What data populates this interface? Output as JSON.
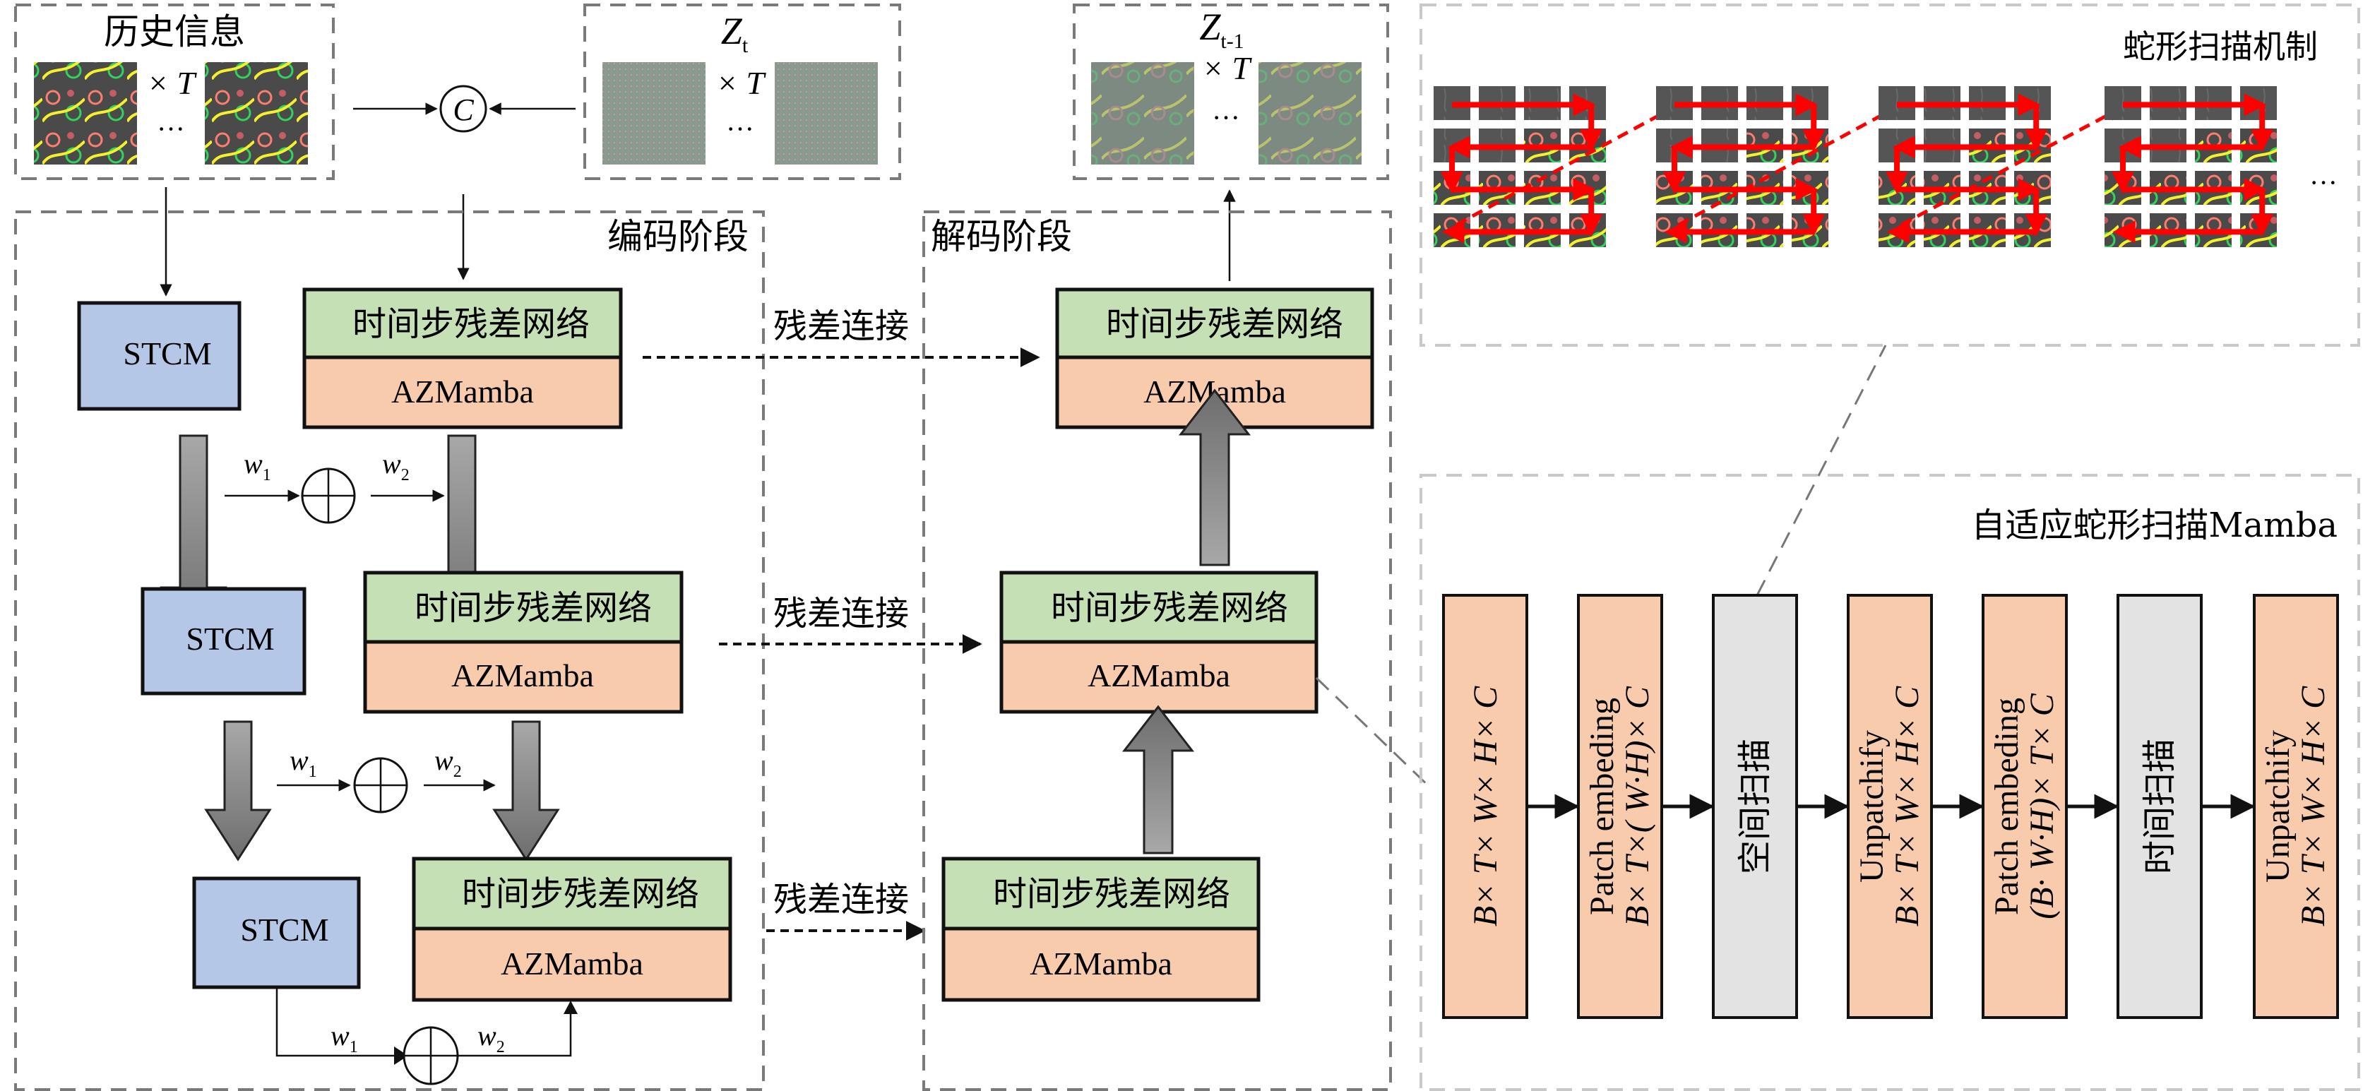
{
  "colors": {
    "stcm": "#B4C7E7",
    "residual_net": "#C5E0B4",
    "azmamba": "#F8CBAD",
    "scan": "#E3E3E3",
    "snake_arrow": "#FF0000",
    "fat_arrow": "#8C8C8C"
  },
  "inputs": {
    "history": {
      "title": "历史信息",
      "times": "× T",
      "ellipsis": "···"
    },
    "noise": {
      "title_base": "Z",
      "title_sub": "t",
      "times": "× T",
      "ellipsis": "···"
    },
    "output": {
      "title_base": "Z",
      "title_sub": "t-1",
      "times": "× T",
      "ellipsis": "···"
    },
    "concat_symbol": "C"
  },
  "encoder": {
    "title": "编码阶段",
    "levels": [
      {
        "stcm": "STCM",
        "block_top": "时间步残差网络",
        "block_bottom": "AZMamba",
        "w1": "w",
        "w1_sub": "1",
        "w2": "w",
        "w2_sub": "2"
      },
      {
        "stcm": "STCM",
        "block_top": "时间步残差网络",
        "block_bottom": "AZMamba",
        "w1": "w",
        "w1_sub": "1",
        "w2": "w",
        "w2_sub": "2"
      },
      {
        "stcm": "STCM",
        "block_top": "时间步残差网络",
        "block_bottom": "AZMamba",
        "w1": "w",
        "w1_sub": "1",
        "w2": "w",
        "w2_sub": "2"
      }
    ]
  },
  "skip_label": "残差连接",
  "decoder": {
    "title": "解码阶段",
    "levels": [
      {
        "block_top": "时间步残差网络",
        "block_bottom": "AZMamba"
      },
      {
        "block_top": "时间步残差网络",
        "block_bottom": "AZMamba"
      },
      {
        "block_top": "时间步残差网络",
        "block_bottom": "AZMamba"
      }
    ]
  },
  "snake_scan": {
    "title": "蛇形扫描机制",
    "grid_rows": 4,
    "grid_cols": 4,
    "frames_shown": 4,
    "ellipsis": "···"
  },
  "mamba_module": {
    "title": "自适应蛇形扫描Mamba",
    "stages": [
      {
        "kind": "tensor",
        "line1": "",
        "line2": "B× T× W× H× C"
      },
      {
        "kind": "tensor",
        "line1": "Patch embeding",
        "line2": "B× T×( W·H)× C"
      },
      {
        "kind": "scan",
        "line1": "",
        "line2": "空间扫描"
      },
      {
        "kind": "tensor",
        "line1": "Unpatchify",
        "line2": "B× T× W× H× C"
      },
      {
        "kind": "tensor",
        "line1": "Patch embeding",
        "line2": "(B· W·H)× T× C"
      },
      {
        "kind": "scan",
        "line1": "",
        "line2": "时间扫描"
      },
      {
        "kind": "tensor",
        "line1": "Unpatchify",
        "line2": "B× T× W× H× C"
      }
    ]
  }
}
